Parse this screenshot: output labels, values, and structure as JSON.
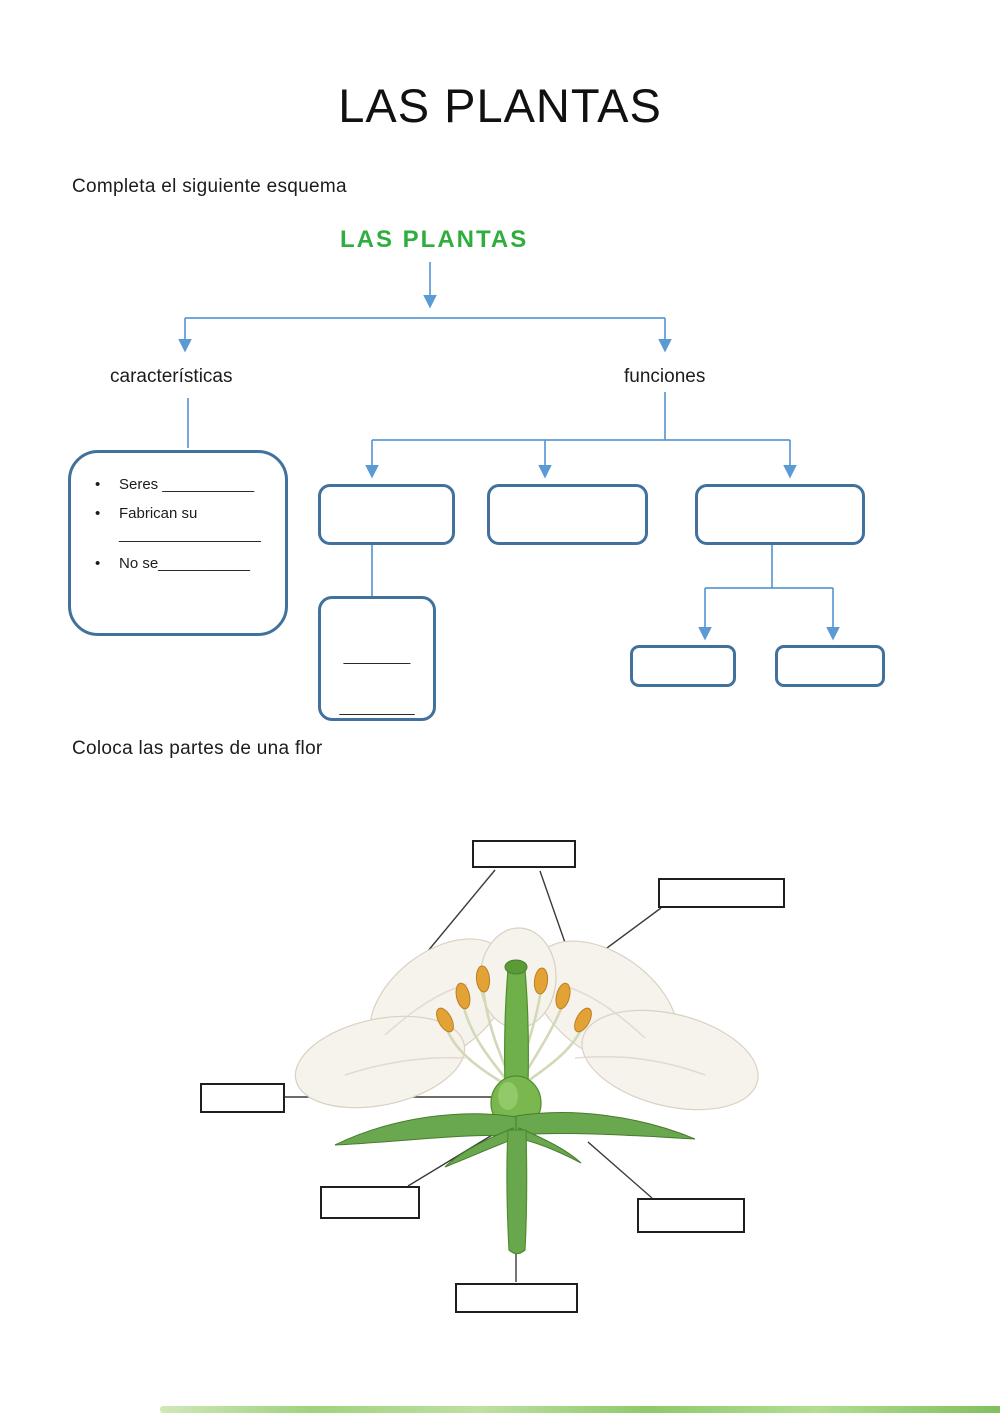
{
  "page": {
    "title": "LAS PLANTAS",
    "section1": "Completa el siguiente esquema",
    "section2": "Coloca las partes de una flor"
  },
  "scheme": {
    "root": "LAS PLANTAS",
    "left_branch": "características",
    "right_branch": "funciones",
    "characteristics": {
      "items": [
        {
          "bullet": "•",
          "text": "Seres ___________"
        },
        {
          "bullet": "•",
          "text": "Fabrican su",
          "text2": "_________________"
        },
        {
          "bullet": "•",
          "text": "No se___________"
        }
      ]
    },
    "sub_lines": [
      "________",
      "_________"
    ]
  },
  "colors": {
    "root_green": "#2fae3e",
    "box_border_blue": "#41719c",
    "arrow_blue": "#5b9bd5",
    "pointer_line_black": "#3a3a3a",
    "flower_green": "#6aa84f",
    "anther_orange": "#e2a236",
    "petal_ivory": "#f6f3ec"
  }
}
